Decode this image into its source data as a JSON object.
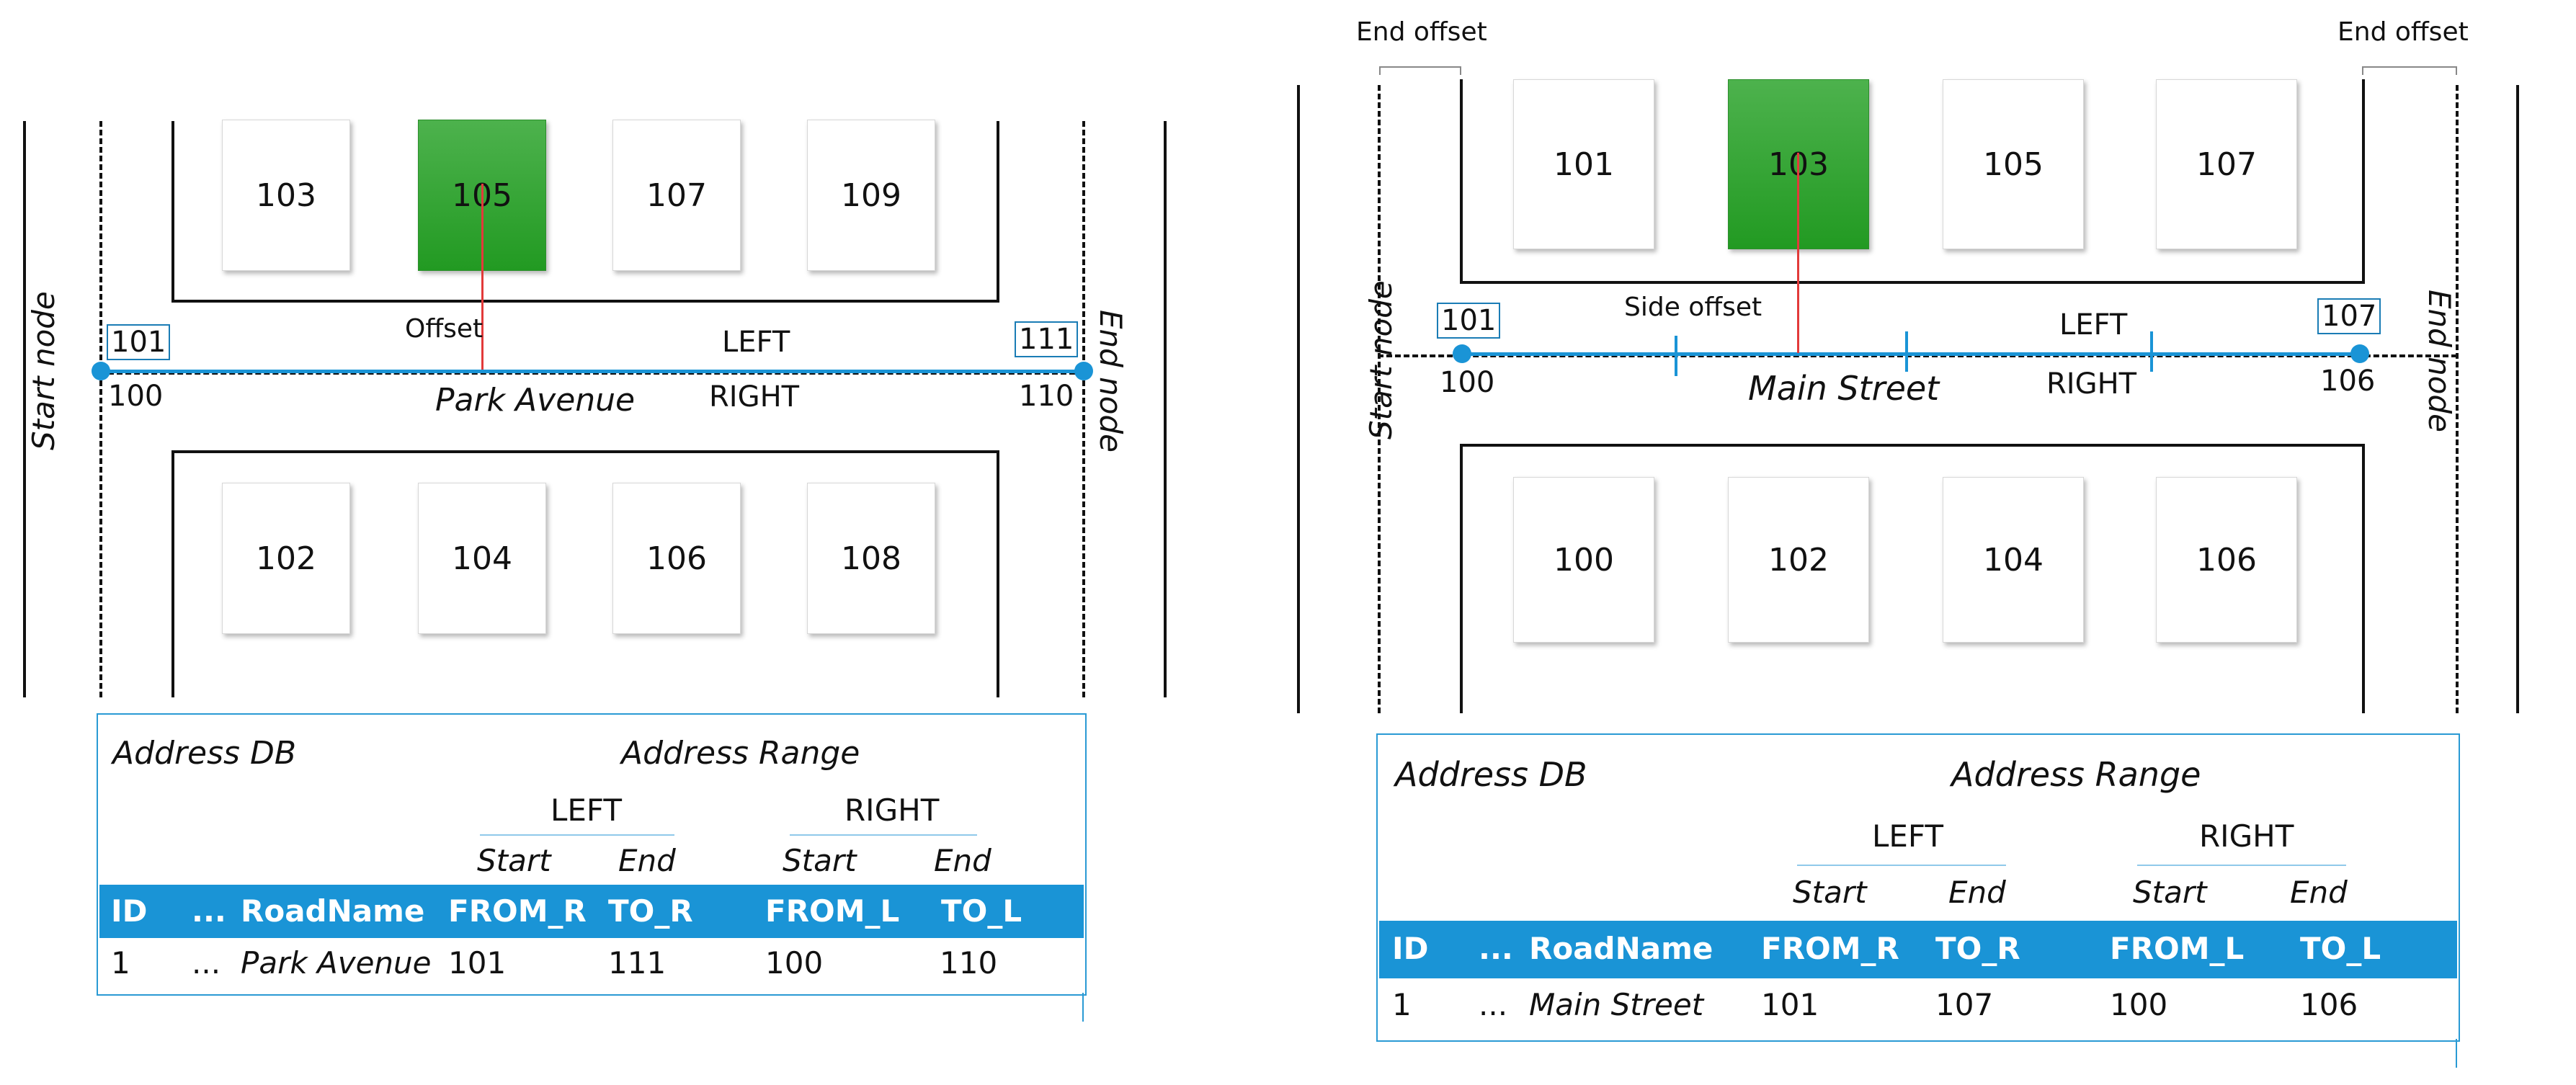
{
  "left_diagram": {
    "top_houses": [
      "103",
      "105",
      "107",
      "109"
    ],
    "bottom_houses": [
      "102",
      "104",
      "106",
      "108"
    ],
    "start_node_label": "Start node",
    "end_node_label": "End node",
    "offset_label": "Offset",
    "left_label": "LEFT",
    "right_label": "RIGHT",
    "street_name": "Park Avenue",
    "start_left_number": "101",
    "start_right_number": "100",
    "end_left_number": "111",
    "end_right_number": "110"
  },
  "right_diagram": {
    "top_houses": [
      "101",
      "103",
      "105",
      "107"
    ],
    "bottom_houses": [
      "100",
      "102",
      "104",
      "106"
    ],
    "start_node_label": "Start node",
    "end_node_label": "End node",
    "end_offset_left": "End offset",
    "end_offset_right": "End offset",
    "side_offset_label": "Side offset",
    "left_label": "LEFT",
    "right_label": "RIGHT",
    "street_name": "Main Street",
    "start_left_number": "101",
    "start_right_number": "100",
    "end_left_number": "107",
    "end_right_number": "106"
  },
  "left_table": {
    "title": "Address DB",
    "range_title": "Address Range",
    "group_left": "LEFT",
    "group_right": "RIGHT",
    "sub_start_1": "Start",
    "sub_end_1": "End",
    "sub_start_2": "Start",
    "sub_end_2": "End",
    "headers": [
      "ID",
      "...",
      "RoadName",
      "FROM_R",
      "TO_R",
      "FROM_L",
      "TO_L"
    ],
    "row": [
      "1",
      "...",
      "Park Avenue",
      "101",
      "111",
      "100",
      "110"
    ]
  },
  "right_table": {
    "title": "Address DB",
    "range_title": "Address Range",
    "group_left": "LEFT",
    "group_right": "RIGHT",
    "sub_start_1": "Start",
    "sub_end_1": "End",
    "sub_start_2": "Start",
    "sub_end_2": "End",
    "headers": [
      "ID",
      "...",
      "RoadName",
      "FROM_R",
      "TO_R",
      "FROM_L",
      "TO_L"
    ],
    "row": [
      "1",
      "...",
      "Main Street",
      "101",
      "107",
      "100",
      "106"
    ]
  },
  "colors": {
    "highlight_house": "#2fa52f",
    "street_line": "#1a94d6",
    "offset_line": "#e23a3a",
    "table_header": "#1a94d6"
  }
}
